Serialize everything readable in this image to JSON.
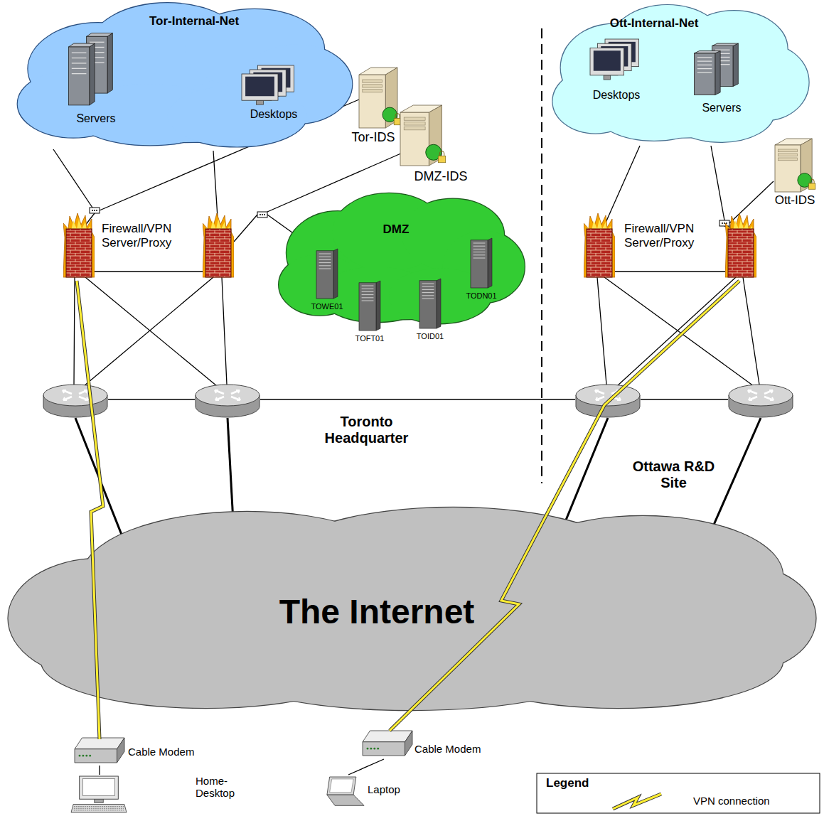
{
  "diagram": {
    "nodes": [
      {
        "text": [
          "Tor-Internal-Net"
        ]
      },
      {
        "text": [
          "Servers"
        ],
        "in": 0
      },
      {
        "text": [
          "Desktops"
        ],
        "in": 0
      },
      {
        "text": [
          "Tor-IDS"
        ]
      },
      {
        "text": [
          "DMZ-IDS"
        ]
      },
      {
        "text": [
          "DMZ"
        ]
      },
      {
        "text": [
          "TOWE01"
        ],
        "in": 5
      },
      {
        "text": [
          "TOFT01"
        ],
        "in": 5
      },
      {
        "text": [
          "TOID01"
        ],
        "in": 5
      },
      {
        "text": [
          "TODN01"
        ],
        "in": 5
      },
      {
        "text": [
          "Ott-Internal-Net"
        ]
      },
      {
        "text": [
          "Desktops"
        ],
        "in": 10
      },
      {
        "text": [
          "Servers"
        ],
        "in": 10
      },
      {
        "text": [
          "Ott-IDS"
        ]
      },
      {
        "text": [
          "The Internet"
        ]
      },
      {
        "text": [
          "Cable Modem"
        ]
      },
      {
        "text": [
          "Home-Desktop"
        ]
      },
      {
        "text": [
          "Cable Modem"
        ]
      },
      {
        "text": [
          "Laptop"
        ]
      }
    ],
    "edges": [
      {
        "from": 15,
        "to": 16,
        "arrow": "none"
      },
      {
        "from": 17,
        "to": 18,
        "arrow": "none"
      }
    ],
    "labels": [
      "Firewall/VPN Server/Proxy",
      "Firewall/VPN Server/Proxy",
      "Toronto Headquarter",
      "Ottawa R&D Site",
      "Legend"
    ],
    "legend": [
      {
        "text": "VPN connection"
      }
    ]
  }
}
